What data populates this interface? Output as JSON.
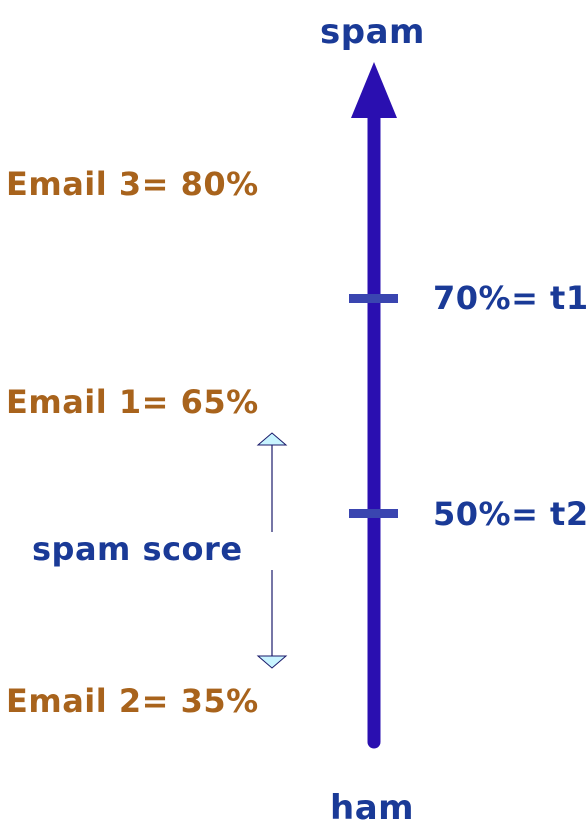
{
  "axis": {
    "top_label": "spam",
    "bottom_label": "ham",
    "color": "#2a0fb0"
  },
  "thresholds": [
    {
      "label": "70%= t1",
      "value": 70
    },
    {
      "label": "50%= t2",
      "value": 50
    }
  ],
  "emails": [
    {
      "label": "Email 3= 80%",
      "value": 80
    },
    {
      "label": "Email 1= 65%",
      "value": 65
    },
    {
      "label": "Email 2= 35%",
      "value": 35
    }
  ],
  "score_indicator": {
    "label": "spam score",
    "arrow_color": "#c8f4ff"
  },
  "colors": {
    "label_blue": "#1a3a97",
    "label_brown": "#a8631c",
    "tick": "#3a45b0"
  }
}
